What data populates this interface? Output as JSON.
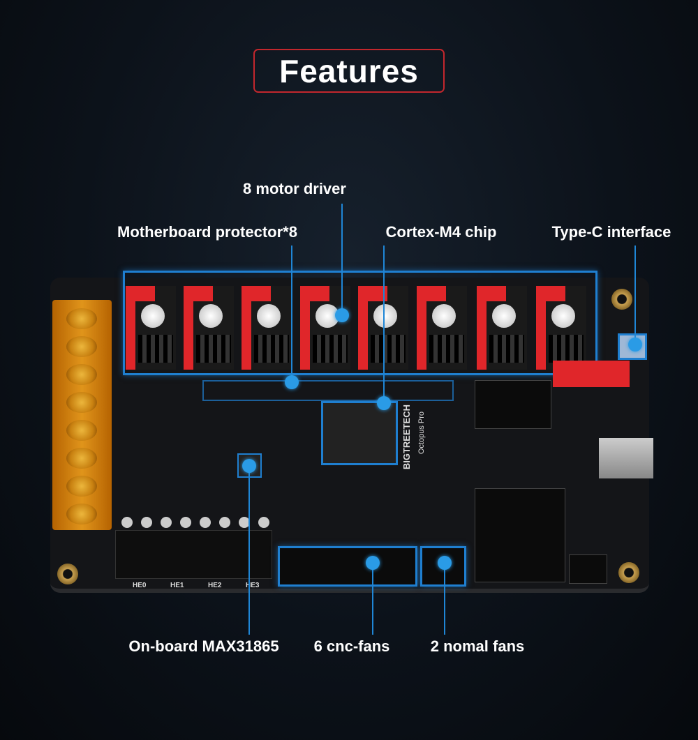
{
  "title": "Features",
  "callouts": {
    "motor_driver": "8 motor driver",
    "protector": "Motherboard protector*8",
    "chip": "Cortex-M4 chip",
    "typec": "Type-C interface",
    "max31865": "On-board MAX31865",
    "cnc_fans": "6 cnc-fans",
    "normal_fans": "2 nomal fans"
  },
  "board": {
    "brand": "BIGTREETECH",
    "model": "Octopus Pro",
    "heaters": [
      "HE0",
      "HE1",
      "HE2",
      "HE3"
    ]
  },
  "colors": {
    "accent": "#1f86d6",
    "title_border": "#c3272d",
    "driver_red": "#e0262a",
    "terminal_orange": "#f2a01c"
  }
}
